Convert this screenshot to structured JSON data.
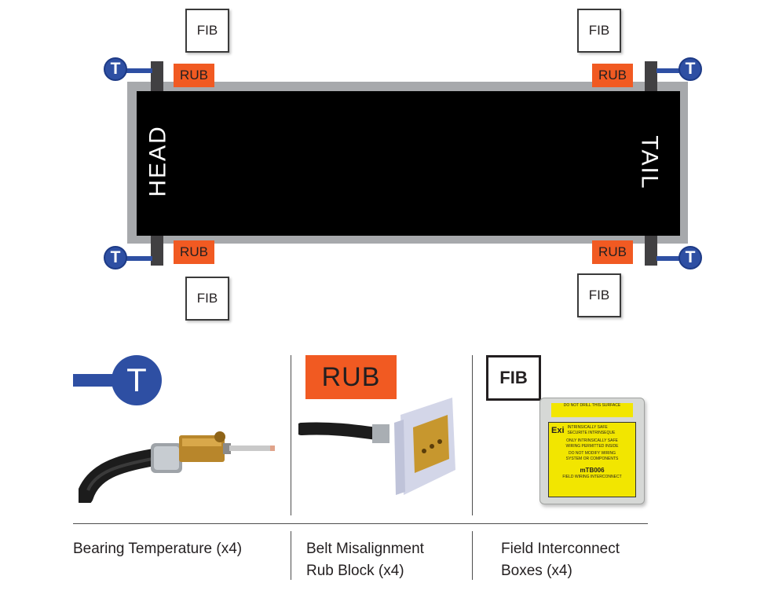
{
  "diagram": {
    "head_label": "HEAD",
    "tail_label": "TAIL",
    "fib_label": "FIB",
    "rub_label": "RUB",
    "temp_label": "T"
  },
  "legend": {
    "temp_symbol": "T",
    "rub_symbol": "RUB",
    "fib_symbol": "FIB",
    "fib_box_text": {
      "warning": "DO NOT DRILL THIS SURFACE",
      "exi": "Exi",
      "safe_en": "INTRINSICALLY SAFE",
      "safe_fr": "SECURITE INTRINSEQUE",
      "wiring_1": "ONLY INTRINSICALLY SAFE",
      "wiring_2": "WIRING PERMITTED INSIDE",
      "modify_1": "DO NOT MODIFY WIRING",
      "modify_2": "SYSTEM OR COMPONENTS",
      "model": "mTB006",
      "model_sub": "FIELD WIRING INTERCONNECT"
    }
  },
  "captions": {
    "temp": "Bearing Temperature (x4)",
    "rub_line1": "Belt Misalignment",
    "rub_line2": "Rub Block (x4)",
    "fib_line1": "Field Interconnect",
    "fib_line2": "Boxes (x4)"
  },
  "colors": {
    "rub_orange": "#f15a22",
    "temp_blue": "#2e4fa3",
    "belt": "#000000",
    "frame": "#a7a9ac",
    "post": "#414042",
    "fib_yellow": "#f2e600"
  }
}
